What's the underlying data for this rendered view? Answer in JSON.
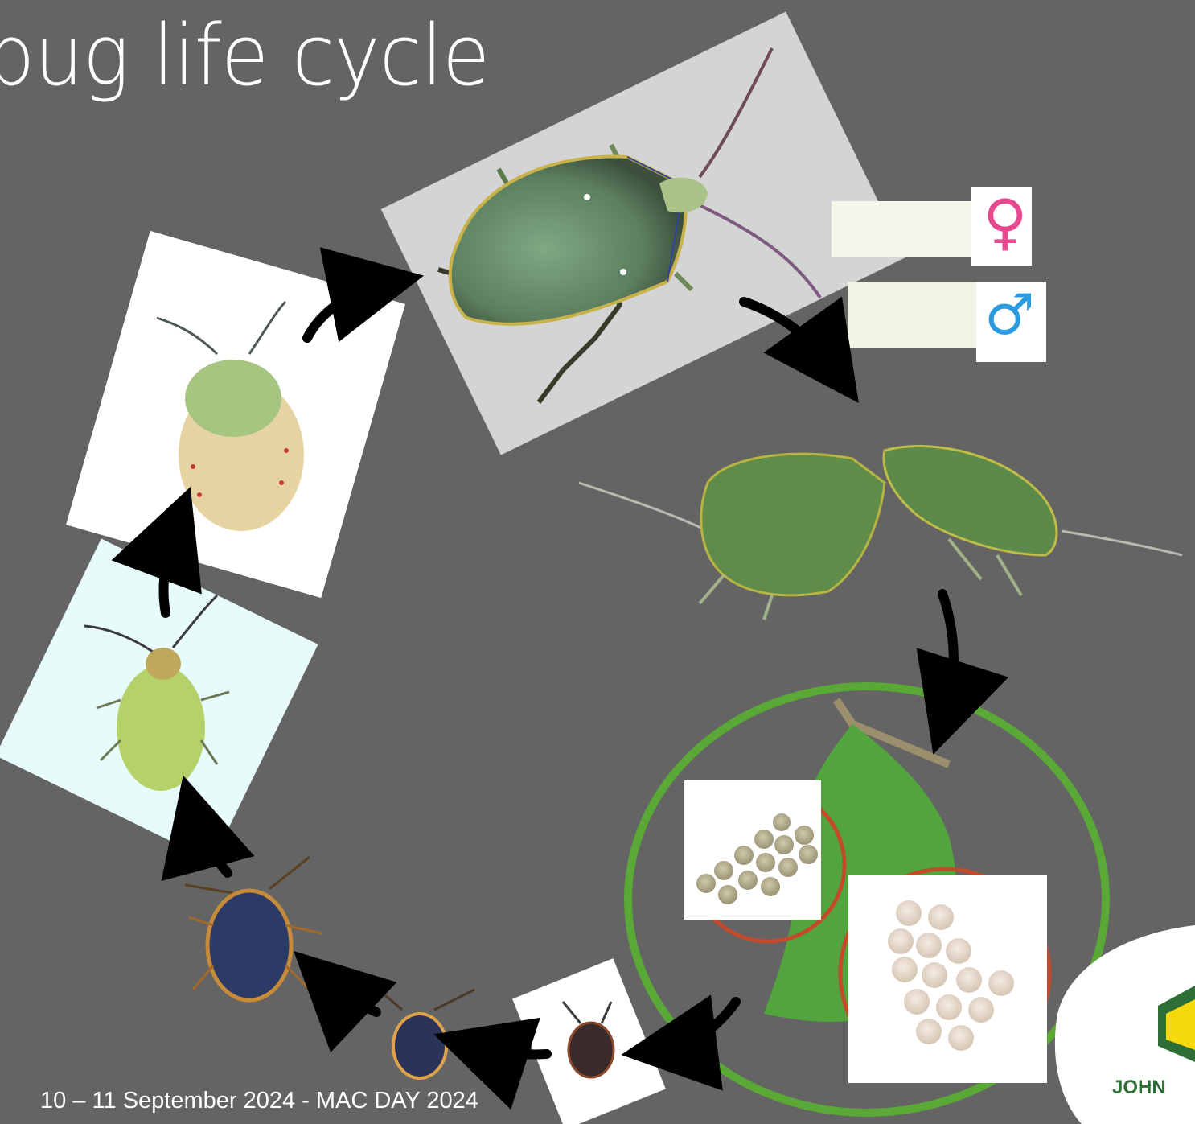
{
  "slide": {
    "title": "bug life cycle",
    "footer": "10 – 11 September 2024 -  MAC DAY 2024"
  },
  "sex_symbols": {
    "female": "♀",
    "male": "♂"
  },
  "logo": {
    "wordmark": "JOHN"
  },
  "colors": {
    "background": "#646464",
    "female_symbol": "#e8488e",
    "male_symbol": "#2a9be0",
    "egg_circle": "#5aa836",
    "egg_highlight": "#c44a2c",
    "logo_green": "#2e6f35",
    "logo_yellow": "#f5d90a"
  }
}
